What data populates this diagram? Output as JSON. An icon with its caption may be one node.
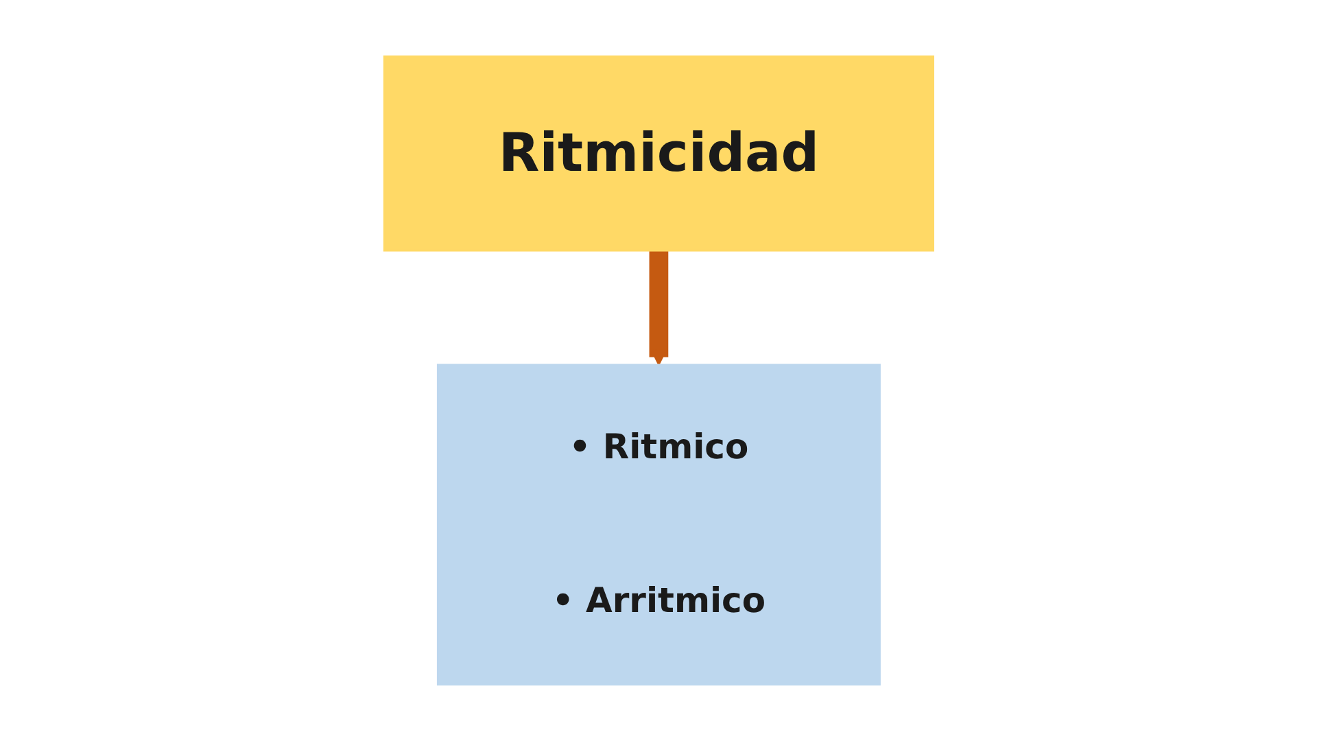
{
  "diagram": {
    "nodes": [
      {
        "text": [
          "Ritmicidad"
        ]
      },
      {
        "text": [
          "• Ritmico",
          "• Arritmico"
        ]
      }
    ],
    "edges": [
      {
        "from": 0,
        "to": 1,
        "arrow": "to"
      }
    ]
  }
}
